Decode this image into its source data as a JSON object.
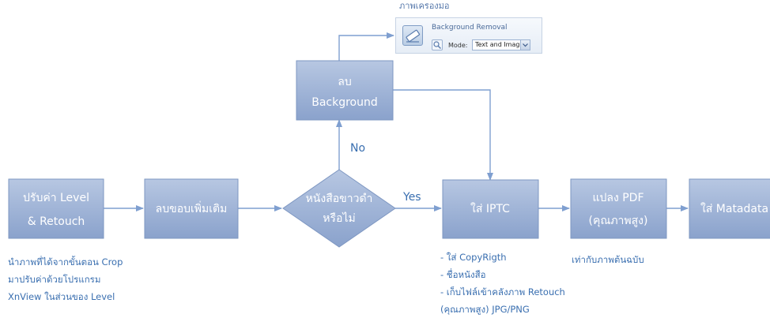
{
  "nodes": {
    "retouch": {
      "line1": "ปรับค่า Level",
      "line2": "& Retouch"
    },
    "trim": {
      "label": "ลบขอบเพิ่มเติม"
    },
    "decision": {
      "line1": "หนังสือขาวดำ",
      "line2": "หรือไม่"
    },
    "remove_bg": {
      "line1": "ลบ",
      "line2": "Background"
    },
    "iptc": {
      "label": "ใส่ IPTC"
    },
    "pdf": {
      "line1": "แปลง PDF",
      "line2": "(คุณภาพสูง)"
    },
    "metadata": {
      "label": "ใส่ Matadata"
    }
  },
  "edges": {
    "no_label": "No",
    "yes_label": "Yes"
  },
  "notes": {
    "retouch": [
      "นำภาพที่ได้จากขั้นตอน Crop",
      "มาปรับค่าด้วยโปรแกรม",
      "XnView ในส่วนของ Level"
    ],
    "iptc": [
      "- ใส่ CopyRigth",
      "- ชื่อหนังสือ",
      "- เก็บไฟล์เข้าคลังภาพ Retouch",
      "(คุณภาพสูง) JPG/PNG"
    ],
    "pdf": "เท่ากับภาพต้นฉบับ"
  },
  "toolbar": {
    "caption": "ภาพเครื่องมือ",
    "title": "Background Removal",
    "mode_label": "Mode:",
    "mode_value": "Text and Image",
    "main_icon": "eraser-icon",
    "search_icon": "magnifier-icon"
  },
  "colors": {
    "box_fill_top": "#aebfdc",
    "box_fill_bottom": "#8ca3cc",
    "box_stroke": "#7e97c2",
    "connector": "#7f9fd0",
    "text_blue": "#3a6fb0"
  }
}
